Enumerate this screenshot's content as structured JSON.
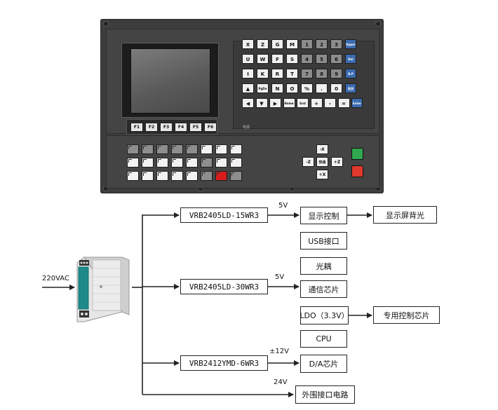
{
  "panel": {
    "fkeys": [
      "F1",
      "F2",
      "F3",
      "F4",
      "F5",
      "F6"
    ],
    "keypad": {
      "rows": [
        [
          "X",
          "Z",
          "G",
          "M",
          "1",
          "2",
          "3",
          "Upper"
        ],
        [
          "U",
          "W",
          "F",
          "S",
          "4",
          "5",
          "6",
          "Del"
        ],
        [
          "I",
          "K",
          "R",
          "T",
          "7",
          "8",
          "9",
          "B.P"
        ],
        [
          "▲",
          "PgDn",
          "N",
          "O",
          "%",
          ".",
          "0",
          "取消"
        ],
        [
          "◀",
          "▼",
          "▶",
          "Home",
          "End",
          "+",
          "–",
          "=",
          "Enter"
        ]
      ]
    },
    "panel_label": "电源",
    "jog": {
      "minus_x": "-X",
      "plus_x": "+X",
      "minus_z": "-Z",
      "plus_z": "+Z",
      "rapid": "快速"
    },
    "colors": {
      "body": "#3d3d3d",
      "blue_key": "#3b6bb0",
      "red_key": "#d81c1c",
      "green_lamp": "#2fa84f",
      "red_lamp": "#e03a2c"
    }
  },
  "diagram": {
    "input_label": "220VAC",
    "modules": [
      {
        "id": "m1",
        "label": "VRB2405LD-15WR3",
        "voltage": "5V"
      },
      {
        "id": "m2",
        "label": "VRB2405LD-30WR3",
        "voltage": "5V"
      },
      {
        "id": "m3",
        "label": "VRB2412YMD-6WR3",
        "voltage": "±12V"
      }
    ],
    "direct_voltage": "24V",
    "outputs": {
      "display_ctrl": "显示控制",
      "usb": "USB接口",
      "optocoupler": "光耦",
      "comm_chip": "通信芯片",
      "ldo": "LDO（3.3V）",
      "cpu": "CPU",
      "da_chip": "D/A芯片",
      "peripheral": "外围接口电路",
      "backlight": "显示屏背光",
      "dedicated_chip": "专用控制芯片"
    }
  }
}
